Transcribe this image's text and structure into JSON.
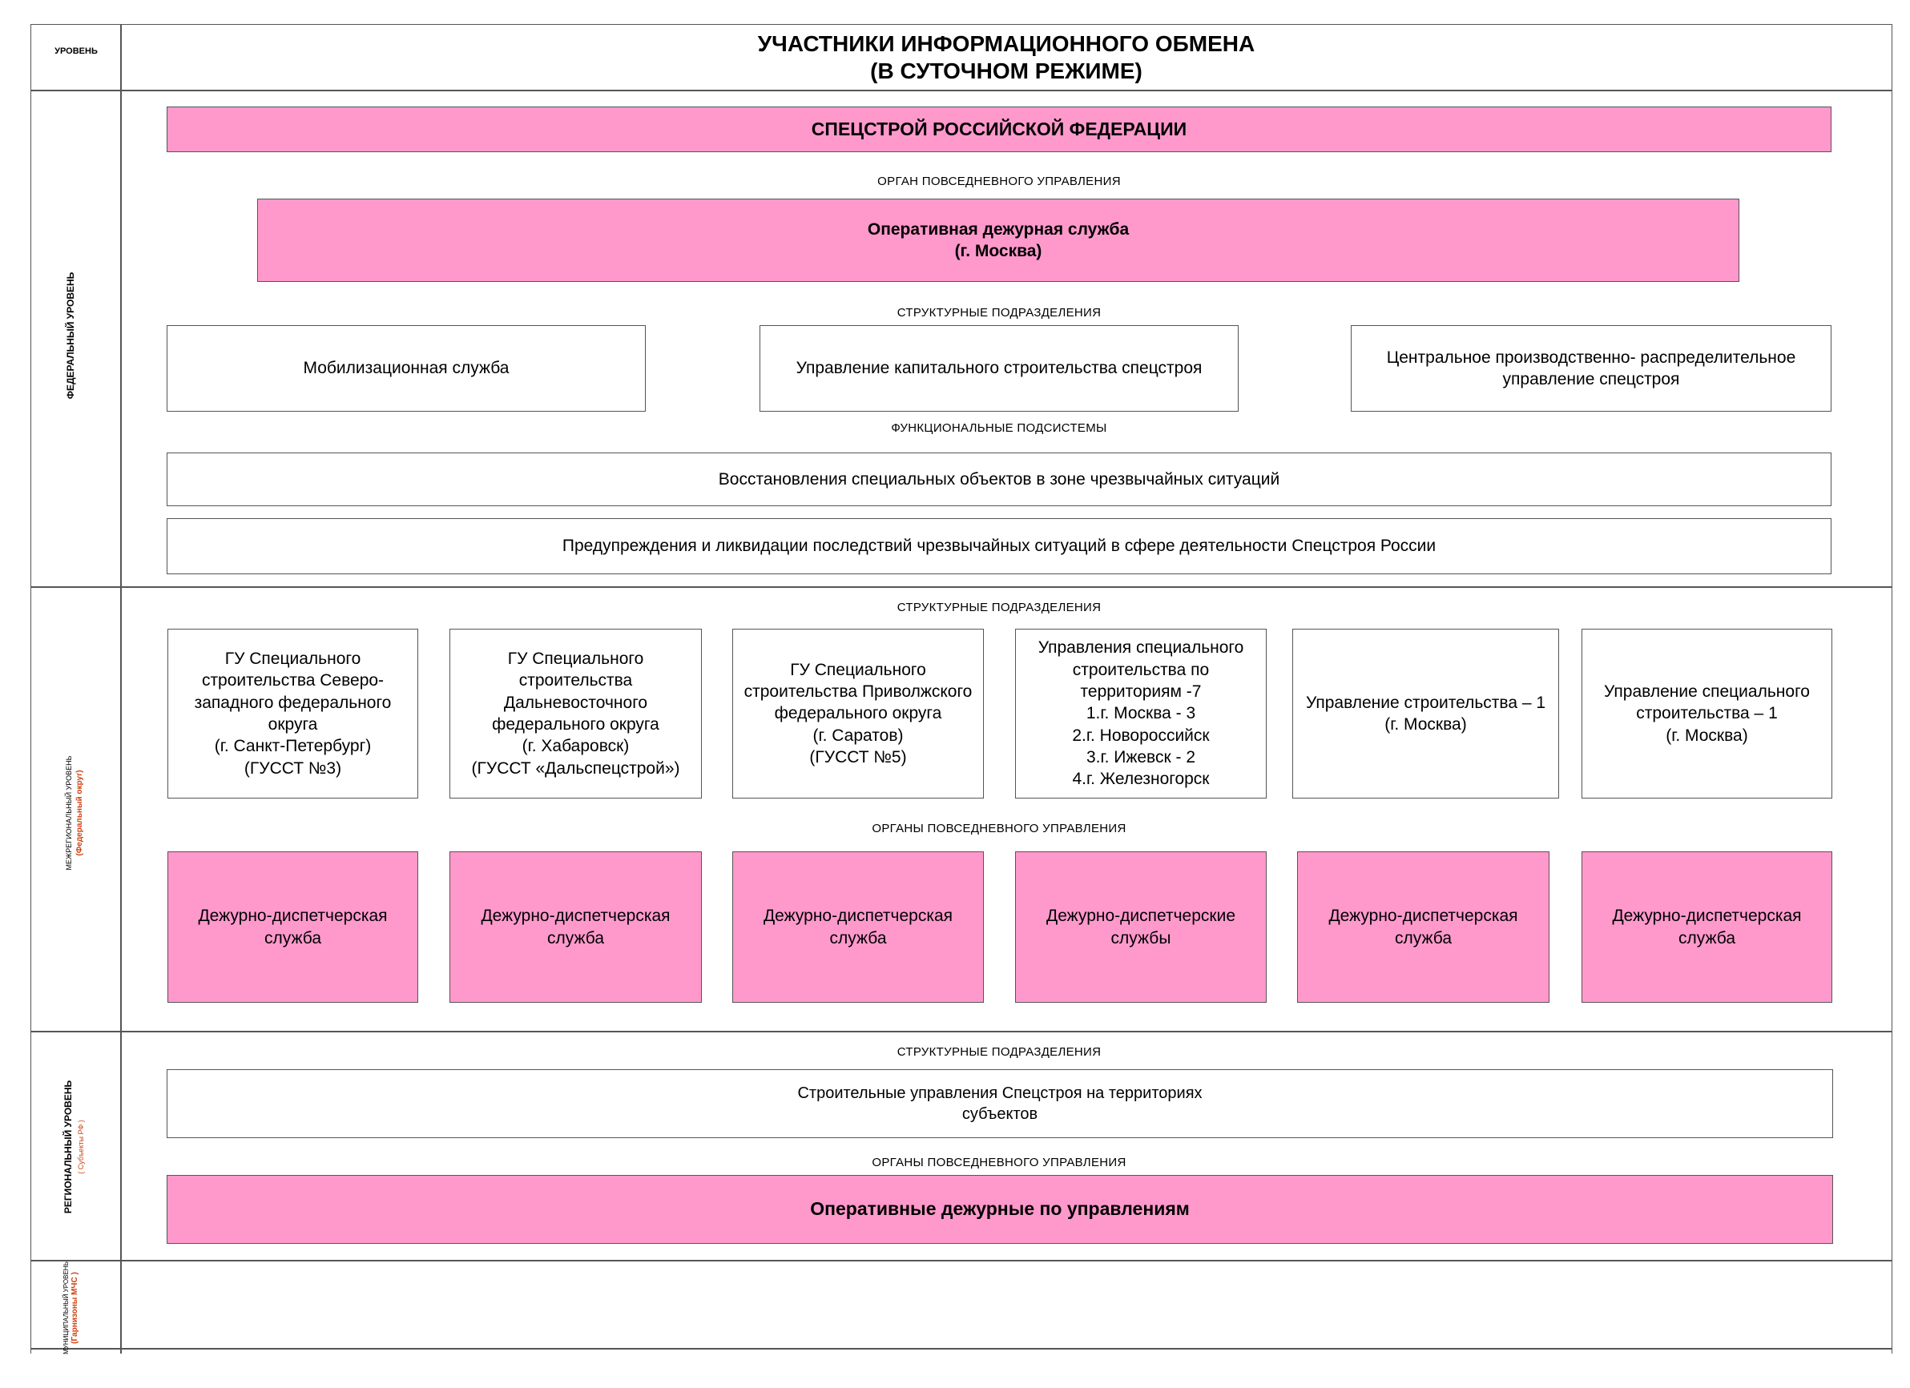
{
  "header": {
    "level_label": "УРОВЕНЬ",
    "title_line1": "УЧАСТНИКИ ИНФОРМАЦИОННОГО ОБМЕНА",
    "title_line2": "(В СУТОЧНОМ РЕЖИМЕ)"
  },
  "levels": {
    "federal": "ФЕДЕРАЛЬНЫЙ УРОВЕНЬ",
    "interregional": "МЕЖРЕГИОНАЛЬНЫЙ УРОВЕНЬ",
    "interregional_sub": "(Федеральный округ)",
    "regional": "РЕГИОНАЛЬНЫЙ УРОВЕНЬ",
    "regional_sub": "( Субъекты РФ )",
    "municipal": "МУНИЦИПАЛЬНЫЙ УРОВЕНЬ",
    "municipal_sub": "(Гарнизоны МЧС )"
  },
  "federal": {
    "top": "СПЕЦСТРОЙ РОССИЙСКОЙ ФЕДЕРАЦИИ",
    "caption_daily": "ОРГАН ПОВСЕДНЕВНОГО УПРАВЛЕНИЯ",
    "duty_service": "Оперативная дежурная служба\n(г. Москва)",
    "caption_struct": "СТРУКТУРНЫЕ ПОДРАЗДЕЛЕНИЯ",
    "units": [
      "Мобилизационная служба",
      "Управление капитального строительства спецстроя",
      "Центральное производственно- распределительное\nуправление спецстроя"
    ],
    "caption_func": "ФУНКЦИОНАЛЬНЫЕ ПОДСИСТЕМЫ",
    "subsystems": [
      "Восстановления специальных объектов в зоне чрезвычайных ситуаций",
      "Предупреждения и ликвидации последствий чрезвычайных ситуаций в сфере деятельности Спецстроя России"
    ]
  },
  "interregional": {
    "caption_struct": "СТРУКТУРНЫЕ ПОДРАЗДЕЛЕНИЯ",
    "units": [
      "ГУ Специального\nстроительства Северо-\nзападного федерального\nокруга\n(г. Санкт-Петербург)\n(ГУССТ №3)",
      "ГУ Специального\nстроительства\nДальневосточного\nфедерального округа\n(г. Хабаровск)\n(ГУССТ «Дальспецстрой»)",
      "ГУ Специального\nстроительства Приволжского\nфедерального округа\n(г. Саратов)\n(ГУССТ №5)",
      "Управления специального\nстроительства по\nтерриториям -7\n1.г. Москва - 3\n2.г. Новороссийск\n3.г. Ижевск - 2\n4.г. Железногорск",
      "Управление строительства – 1\n(г. Москва)",
      "Управление специального\nстроительства – 1\n(г. Москва)"
    ],
    "caption_daily": "ОРГАНЫ ПОВСЕДНЕВНОГО УПРАВЛЕНИЯ",
    "duty": [
      "Дежурно-диспетчерская\nслужба",
      "Дежурно-диспетчерская\nслужба",
      "Дежурно-диспетчерская\nслужба",
      "Дежурно-диспетчерские\nслужбы",
      "Дежурно-диспетчерская\nслужба",
      "Дежурно-диспетчерская\nслужба"
    ]
  },
  "regional": {
    "caption_struct": "СТРУКТУРНЫЕ ПОДРАЗДЕЛЕНИЯ",
    "unit": "Строительные управления Спецстроя на территориях\nсубъектов",
    "caption_daily": "ОРГАНЫ ПОВСЕДНЕВНОГО УПРАВЛЕНИЯ",
    "duty": "Оперативные дежурные по управлениям"
  }
}
